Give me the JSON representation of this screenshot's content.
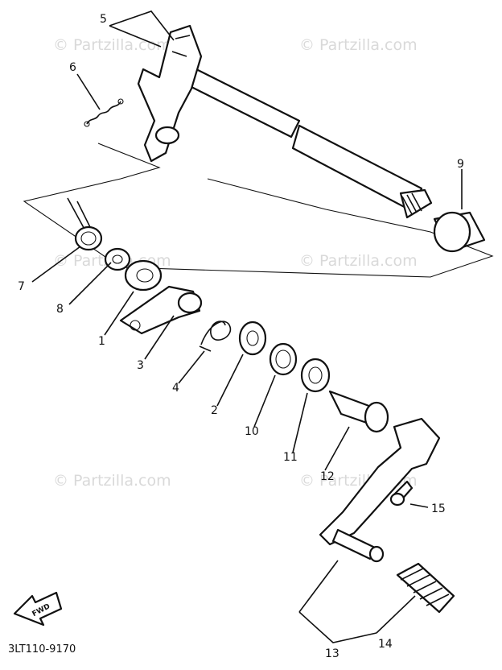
{
  "watermark": {
    "text": "© Partzilla.com"
  },
  "diagram_code": "3LT110-9170",
  "fwd_label": "FWD",
  "callouts": [
    {
      "id": "c1",
      "label": "1"
    },
    {
      "id": "c2",
      "label": "2"
    },
    {
      "id": "c3",
      "label": "3"
    },
    {
      "id": "c4",
      "label": "4"
    },
    {
      "id": "c5",
      "label": "5"
    },
    {
      "id": "c6",
      "label": "6"
    },
    {
      "id": "c7",
      "label": "7"
    },
    {
      "id": "c8",
      "label": "8"
    },
    {
      "id": "c9",
      "label": "9"
    },
    {
      "id": "c10",
      "label": "10"
    },
    {
      "id": "c11",
      "label": "11"
    },
    {
      "id": "c12",
      "label": "12"
    },
    {
      "id": "c13",
      "label": "13"
    },
    {
      "id": "c14",
      "label": "14"
    },
    {
      "id": "c15",
      "label": "15"
    }
  ]
}
